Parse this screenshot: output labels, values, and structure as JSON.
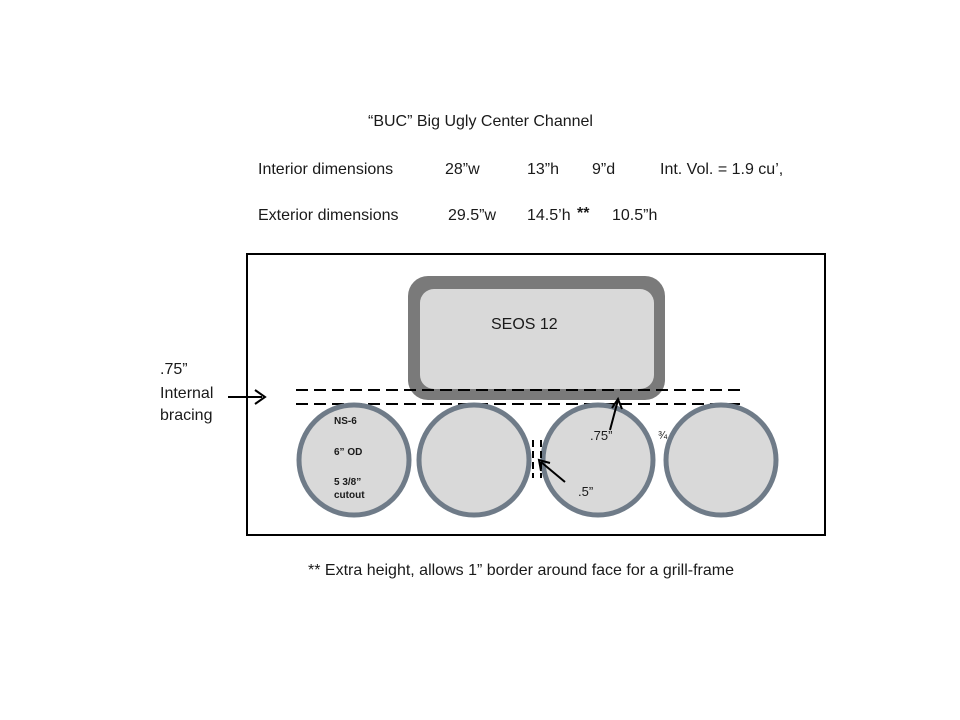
{
  "title": "“BUC”   Big Ugly Center Channel",
  "interior": {
    "label": "Interior dimensions",
    "w": "28”w",
    "h": "13”h",
    "d": "9”d",
    "volume": "Int. Vol. = 1.9 cu’,"
  },
  "exterior": {
    "label": "Exterior dimensions",
    "w": "29.5”w",
    "h": "14.5’h",
    "stars": "**",
    "d": "10.5”h"
  },
  "diagram": {
    "woofer_label": "SEOS 12",
    "bracing_line1": ".75”",
    "bracing_line2": "Internal",
    "bracing_line3": "bracing",
    "driver_name": "NS-6",
    "driver_od": "6” OD",
    "driver_cutout_line1": "5 3/8”",
    "driver_cutout_line2": "cutout",
    "gap_075": ".75”",
    "gap_05": ".5”",
    "stray_mark": "¾"
  },
  "footnote": "** Extra height, allows 1” border around face for a grill-frame",
  "colors": {
    "box_border": "#000000",
    "ring": "#6f7b88",
    "fill": "#d9d9d9",
    "woofer_frame": "#7a7a7a"
  }
}
